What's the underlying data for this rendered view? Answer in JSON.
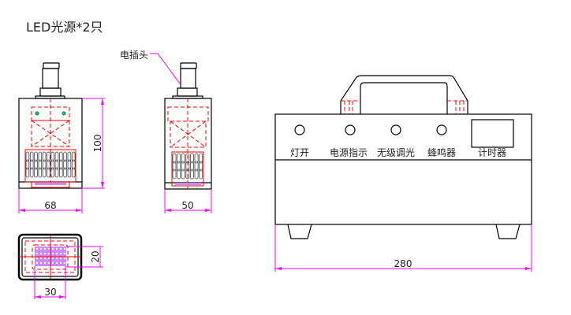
{
  "title": "LED光源*2只",
  "leader_label": "电插头",
  "dimensions": {
    "front_height": "100",
    "front_width": "68",
    "side_width": "50",
    "box_width": "280",
    "window_height": "20",
    "window_width": "30"
  },
  "panel_labels": [
    "灯开",
    "电源指示",
    "无级调光",
    "蜂鸣器",
    "计时器"
  ],
  "colors": {
    "outline": "#000000",
    "hidden": "#ff0000",
    "dimension": "#ff00ff",
    "window": "#cc88ff"
  }
}
